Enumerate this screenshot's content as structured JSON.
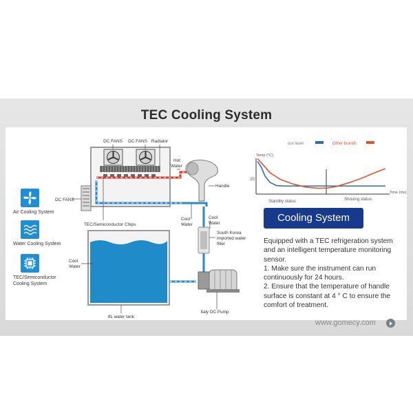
{
  "title": "TEC Cooling System",
  "legend": [
    {
      "name": "our laser",
      "color": "#2a6fb0"
    },
    {
      "name": "Other brands",
      "color": "#e0542a"
    }
  ],
  "chart_data": {
    "type": "line",
    "ylabel": "Temp (°C)",
    "xlabel": "Time (ms)",
    "y_tick": "20",
    "x_annotations": [
      "Standby status",
      "Shouing status"
    ],
    "series": [
      {
        "name": "our laser",
        "color": "#2a6fb0",
        "points": [
          [
            0,
            85
          ],
          [
            3,
            70
          ],
          [
            6,
            46
          ],
          [
            10,
            30
          ],
          [
            15,
            22
          ],
          [
            22,
            21
          ],
          [
            40,
            21
          ],
          [
            60,
            21
          ],
          [
            80,
            21
          ],
          [
            100,
            21
          ]
        ]
      },
      {
        "name": "Other brands",
        "color": "#e0542a",
        "points": [
          [
            0,
            92
          ],
          [
            5,
            74
          ],
          [
            10,
            55
          ],
          [
            18,
            38
          ],
          [
            28,
            26
          ],
          [
            38,
            18
          ],
          [
            48,
            15
          ],
          [
            55,
            16
          ],
          [
            62,
            20
          ],
          [
            72,
            30
          ],
          [
            82,
            42
          ],
          [
            92,
            56
          ],
          [
            100,
            66
          ]
        ]
      }
    ]
  },
  "side_items": [
    {
      "label": "Air Cooling System",
      "icon": "fan-icon"
    },
    {
      "label": "Water Cooling System",
      "icon": "waves-icon"
    },
    {
      "label": "TEC/Semiconductor\nCooling System",
      "icon": "chip-icon"
    }
  ],
  "labels": {
    "dc_fans_1": "DC FANS",
    "dc_fans_2": "DC FANS",
    "radiator": "Radiator",
    "hot_water": "Hot\nWater",
    "handle": "Handle",
    "dc_fans_side": "DC FANS",
    "tec_chips": "TEC/Semiconductor Chips",
    "cool_water_1": "Cool\nWater",
    "cool_water_2": "Cool\nWater",
    "filter": "South Korea\nimported water\nfilter",
    "cool_water_tank": "Cool\nWater",
    "tank": "8L water tank",
    "pump": "Italy DC Pump"
  },
  "cooling_button": "Cooling System",
  "description": [
    "Equipped with a TEC refrigeration system and an intelligent temperature monitoring sensor.",
    "1. Make sure the instrument can run continuously for 24 hours.",
    "2. Ensure that the temperature of handle surface is constant at 4 ° C to ensure the comfort of treatment."
  ],
  "footer": "www.gomecy.com"
}
